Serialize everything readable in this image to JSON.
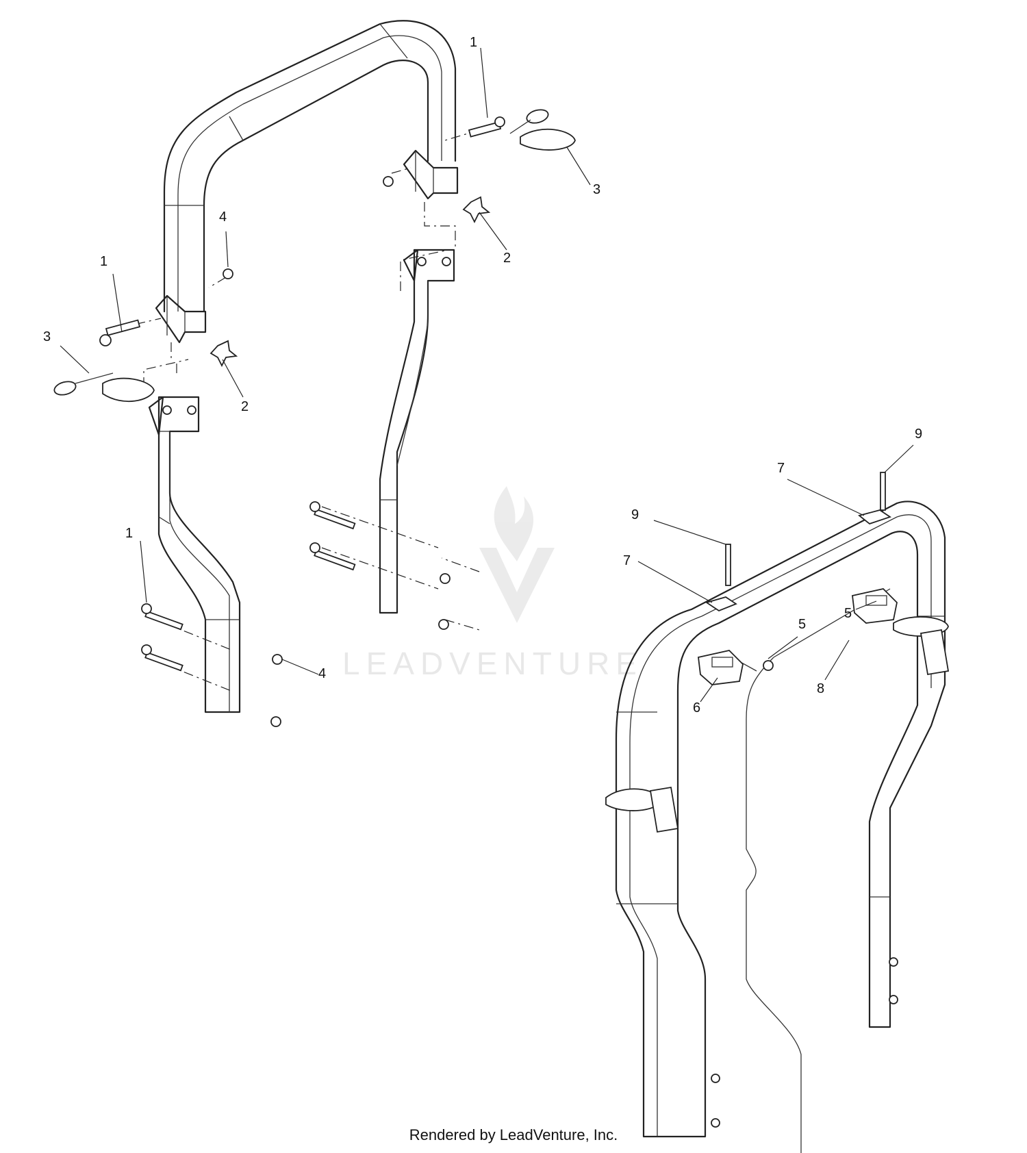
{
  "diagram": {
    "callouts": {
      "c1a": "1",
      "c1b": "1",
      "c1c": "1",
      "c2a": "2",
      "c2b": "2",
      "c3a": "3",
      "c3b": "3",
      "c4a": "4",
      "c4b": "4",
      "c5a": "5",
      "c5b": "5",
      "c6": "6",
      "c7a": "7",
      "c7b": "7",
      "c8": "8",
      "c9a": "9",
      "c9b": "9"
    },
    "watermark": "LEADVENTURE"
  },
  "footer": {
    "text": "Rendered by LeadVenture, Inc."
  }
}
